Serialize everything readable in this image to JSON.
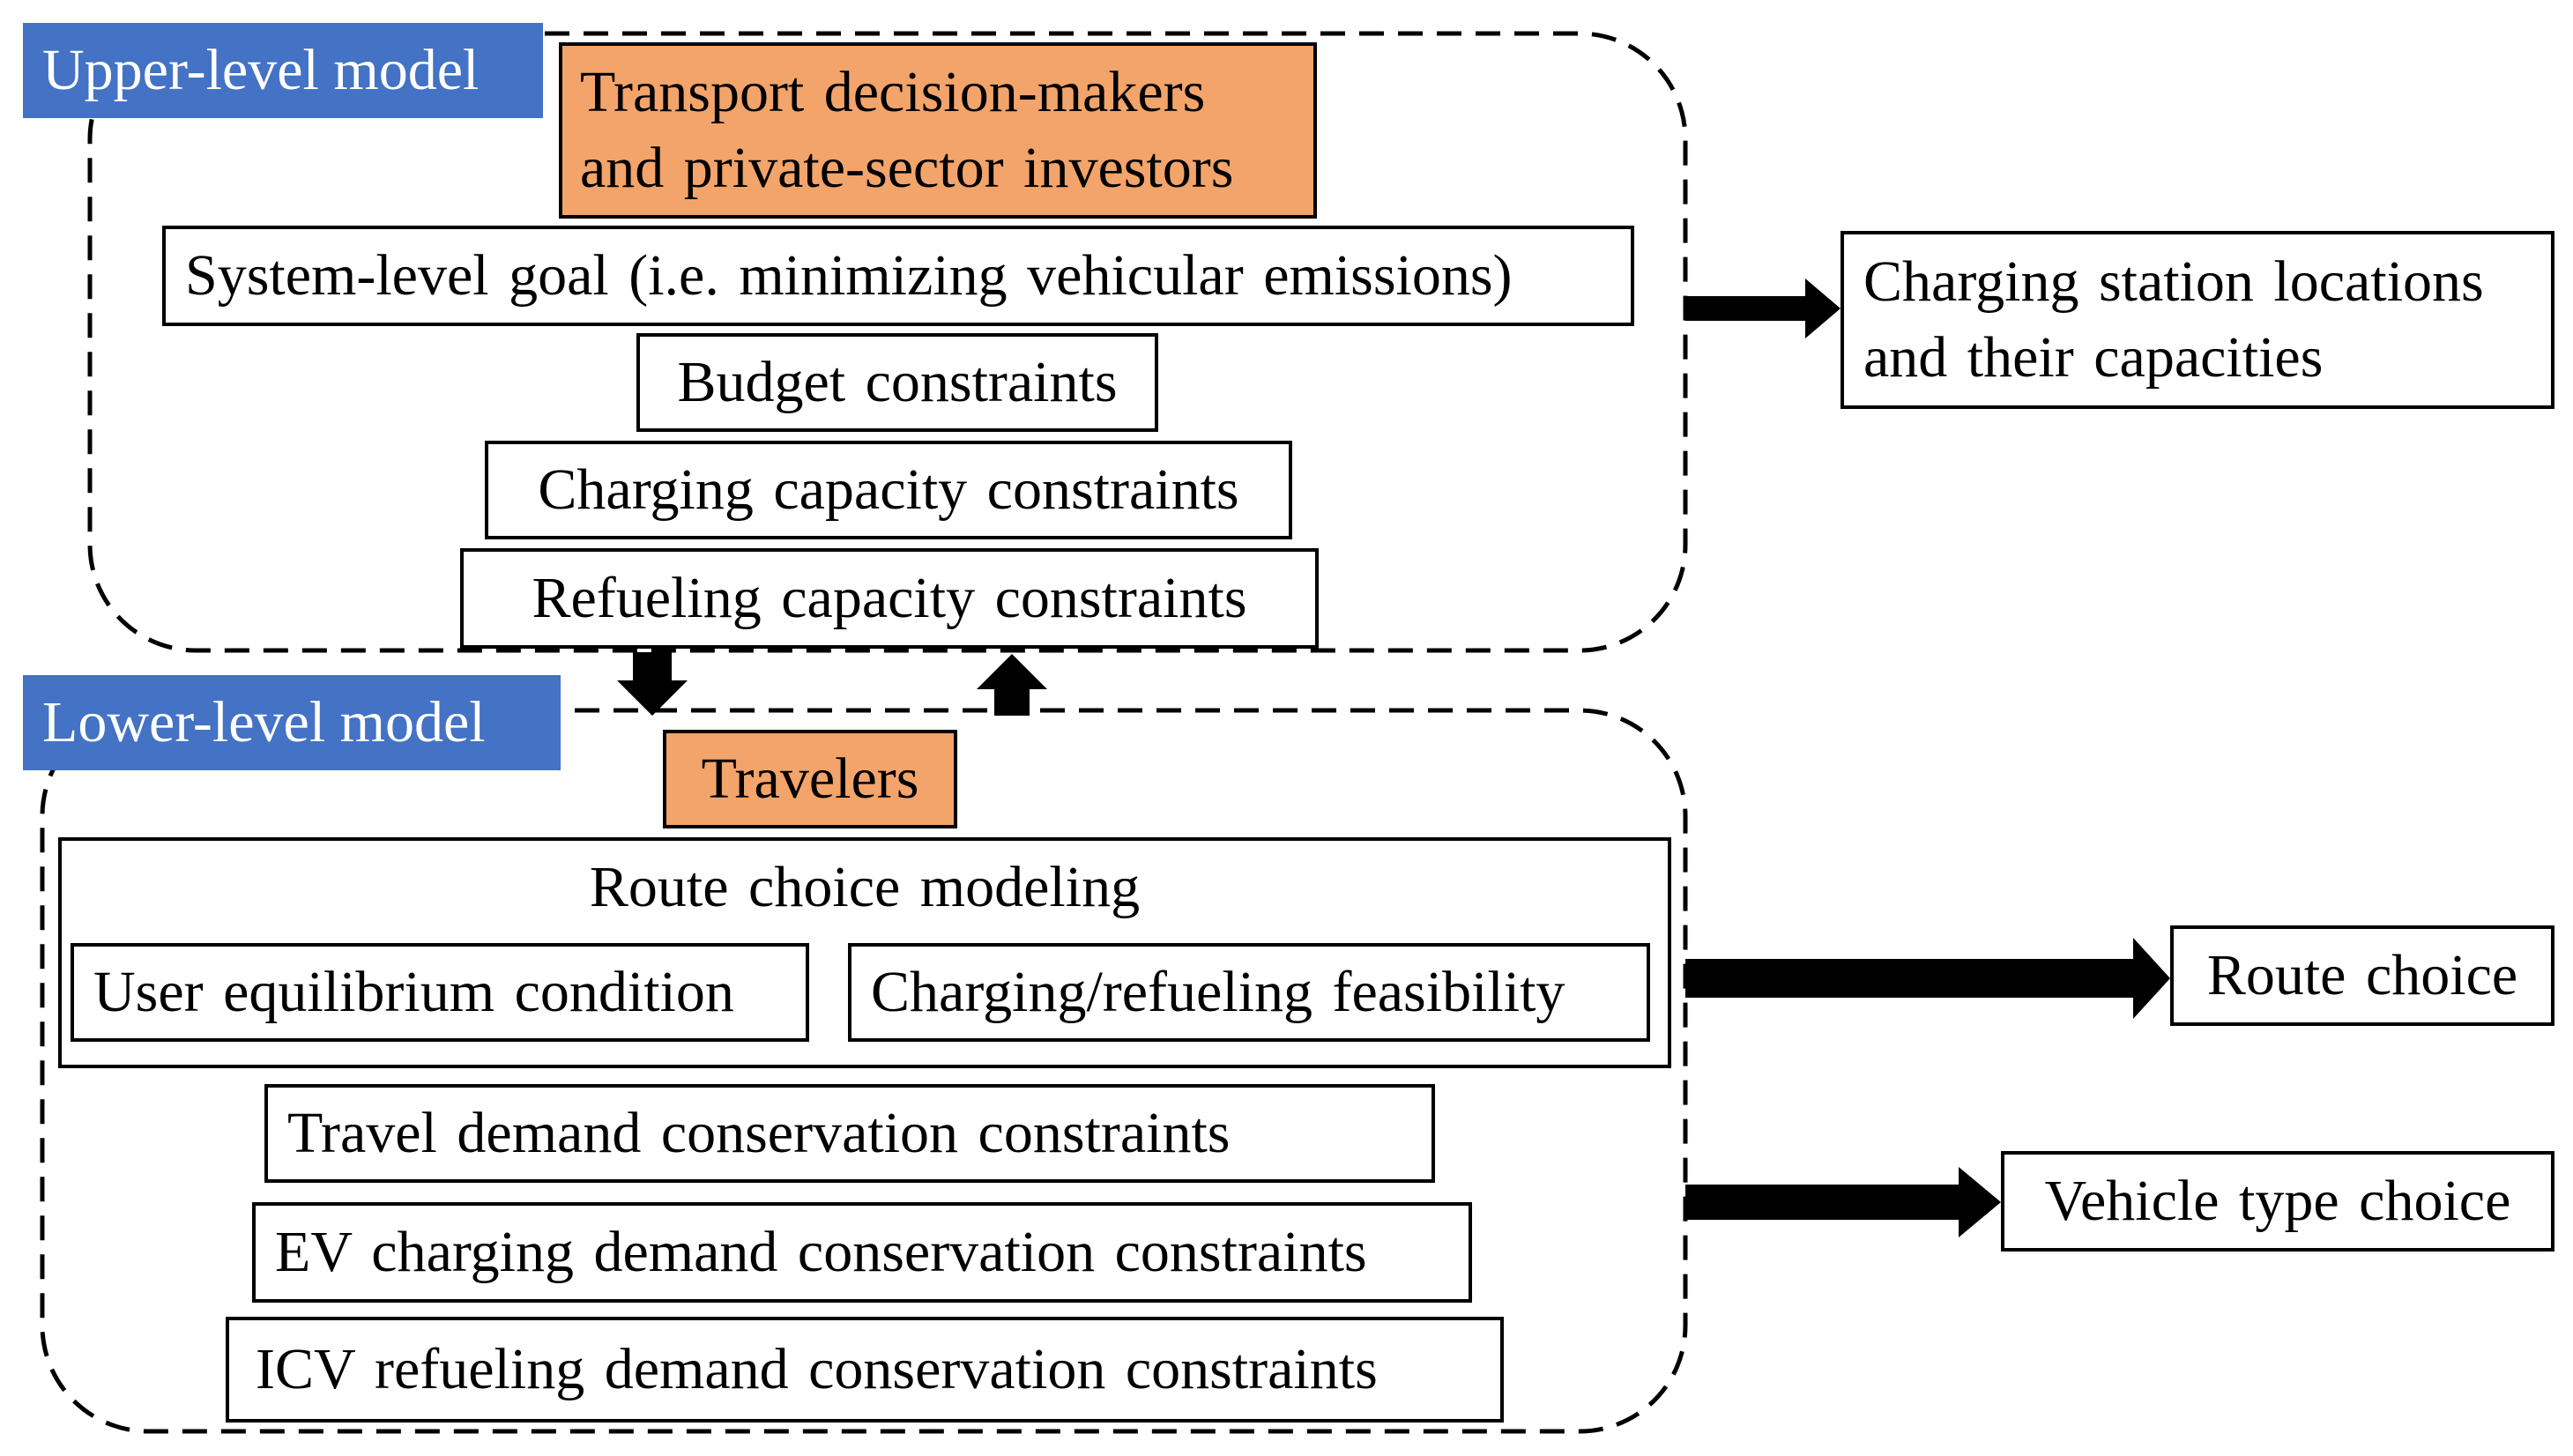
{
  "upper": {
    "tag": "Upper-level model",
    "actor_line1": "Transport decision-makers",
    "actor_line2": "and private-sector investors",
    "goal": "System-level goal (i.e. minimizing vehicular emissions)",
    "constraints": [
      "Budget constraints",
      "Charging capacity constraints",
      "Refueling capacity constraints"
    ],
    "output_line1": "Charging station locations",
    "output_line2": "and their capacities"
  },
  "lower": {
    "tag": "Lower-level model",
    "actor": "Travelers",
    "route_title": "Route choice modeling",
    "route_items": [
      "User equilibrium condition",
      "Charging/refueling feasibility"
    ],
    "constraints": [
      "Travel demand conservation constraints",
      "EV charging demand conservation constraints",
      "ICV refueling demand conservation constraints"
    ],
    "outputs": [
      "Route choice",
      "Vehicle type choice"
    ]
  },
  "colors": {
    "tag_blue": "#4472C4",
    "actor_orange": "#F3A46A",
    "line": "#000000"
  }
}
